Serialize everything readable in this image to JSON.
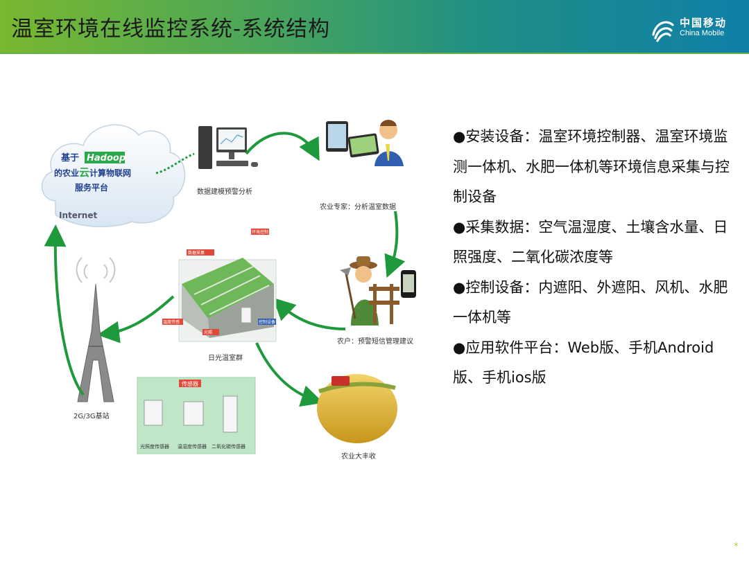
{
  "header": {
    "title": "温室环境在线监控系统-系统结构",
    "logo_cn": "中国移动",
    "logo_en": "China Mobile"
  },
  "diagram": {
    "cloud": {
      "line1_prefix": "基于",
      "hadoop": "Hadoop",
      "line2_a": "的农业",
      "line2_b": "云",
      "line2_c": "计算物联网",
      "line3": "服务平台",
      "internet": "Internet"
    },
    "computer_label": "数据建模预警分析",
    "expert_label": "农业专家：分析温室数据",
    "farmer_label": "农户：预警短信管理建议",
    "greenhouse_label": "日光温室群",
    "tower_label": "2G/3G基站",
    "harvest_label": "农业大丰收",
    "sensor_box": {
      "title": "传感器",
      "items": [
        "光照度传感器",
        "温湿度传感器",
        "二氧化碳传感器"
      ]
    },
    "greenhouse_tags": [
      "数据采集",
      "环境控制",
      "温度传感",
      "光照",
      "控制设备"
    ]
  },
  "bullets": [
    "●安装设备：温室环境控制器、温室环境监测一体机、水肥一体机等环境信息采集与控制设备",
    "●采集数据：空气温湿度、土壤含水量、日照强度、二氧化碳浓度等",
    "●控制设备：内遮阳、外遮阳、风机、水肥一体机等",
    "●应用软件平台：Web版、手机Android版、手机ios版"
  ],
  "footer_mark": "*",
  "colors": {
    "arrow": "#1e9a3c",
    "header_left": "#79b82f",
    "header_right": "#0f7fa8"
  }
}
